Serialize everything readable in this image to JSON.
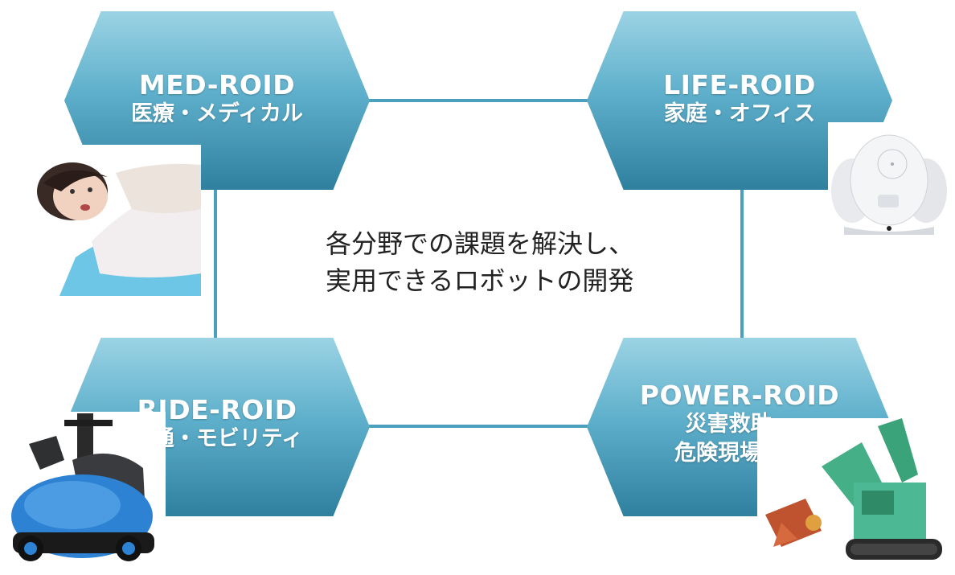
{
  "center": {
    "line1": "各分野での課題を解決し、",
    "line2": "実用できるロボットの開発"
  },
  "nodes": {
    "med": {
      "title": "MED-ROID",
      "subtitle": "医療・メディカル"
    },
    "life": {
      "title": "LIFE-ROID",
      "subtitle": "家庭・オフィス"
    },
    "ride": {
      "title": "RIDE-ROID",
      "subtitle": "交通・モビリティ"
    },
    "power": {
      "title": "POWER-ROID",
      "subtitle1": "災害救助・",
      "subtitle2": "危険現場作業"
    }
  },
  "colors": {
    "hex_top": "#9bd3e4",
    "hex_bottom": "#2f7f9f",
    "connector": "#4aa0bd",
    "text_dark": "#222222"
  },
  "images": {
    "med": "patient-simulator-robot-photo",
    "life": "white-home-robot-photo",
    "ride": "blue-personal-mobility-robot-photo",
    "power": "green-rescue-excavator-robot-photo"
  }
}
